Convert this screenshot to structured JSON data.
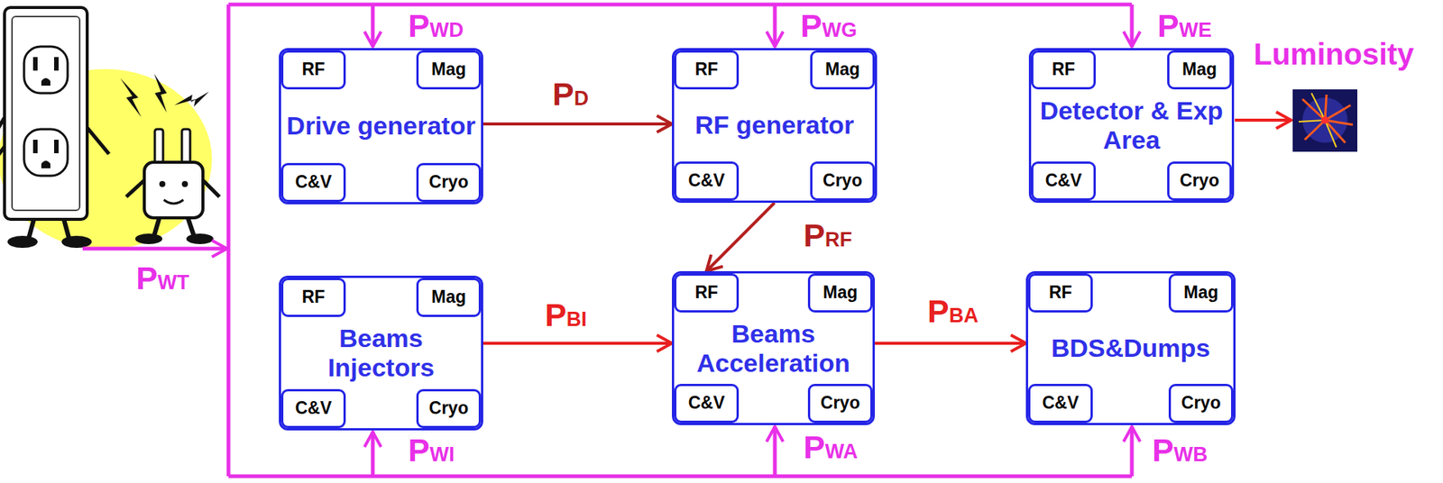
{
  "diagram": {
    "nodes": [
      {
        "text": [
          "Drive generator"
        ]
      },
      {
        "text": [
          "RF"
        ],
        "in": 0
      },
      {
        "text": [
          "Mag"
        ],
        "in": 0
      },
      {
        "text": [
          "C&V"
        ],
        "in": 0
      },
      {
        "text": [
          "Cryo"
        ],
        "in": 0
      },
      {
        "text": [
          "RF generator"
        ]
      },
      {
        "text": [
          "RF"
        ],
        "in": 5
      },
      {
        "text": [
          "Mag"
        ],
        "in": 5
      },
      {
        "text": [
          "C&V"
        ],
        "in": 5
      },
      {
        "text": [
          "Cryo"
        ],
        "in": 5
      },
      {
        "text": [
          "Detector & Exp Area"
        ]
      },
      {
        "text": [
          "RF"
        ],
        "in": 10
      },
      {
        "text": [
          "Mag"
        ],
        "in": 10
      },
      {
        "text": [
          "C&V"
        ],
        "in": 10
      },
      {
        "text": [
          "Cryo"
        ],
        "in": 10
      },
      {
        "text": [
          "Beams Injectors"
        ]
      },
      {
        "text": [
          "RF"
        ],
        "in": 15
      },
      {
        "text": [
          "Mag"
        ],
        "in": 15
      },
      {
        "text": [
          "C&V"
        ],
        "in": 15
      },
      {
        "text": [
          "Cryo"
        ],
        "in": 15
      },
      {
        "text": [
          "Beams Acceleration"
        ]
      },
      {
        "text": [
          "RF"
        ],
        "in": 20
      },
      {
        "text": [
          "Mag"
        ],
        "in": 20
      },
      {
        "text": [
          "C&V"
        ],
        "in": 20
      },
      {
        "text": [
          "Cryo"
        ],
        "in": 20
      },
      {
        "text": [
          "BDS&Dumps"
        ]
      },
      {
        "text": [
          "RF"
        ],
        "in": 25
      },
      {
        "text": [
          "Mag"
        ],
        "in": 25
      },
      {
        "text": [
          "C&V"
        ],
        "in": 25
      },
      {
        "text": [
          "Cryo"
        ],
        "in": 25
      }
    ],
    "edges": [
      {
        "from": 0,
        "to": 5,
        "label": "PD",
        "arrow": "to"
      },
      {
        "from": 5,
        "to": 20,
        "label": "PRF",
        "arrow": "to"
      },
      {
        "from": 15,
        "to": 20,
        "label": "PBI",
        "arrow": "to"
      },
      {
        "from": 20,
        "to": 25,
        "label": "PBA",
        "arrow": "to"
      }
    ],
    "labels": [
      "PWD",
      "PWG",
      "PWE",
      "PWI",
      "PWA",
      "PWB",
      "PWT",
      "Luminosity"
    ]
  }
}
